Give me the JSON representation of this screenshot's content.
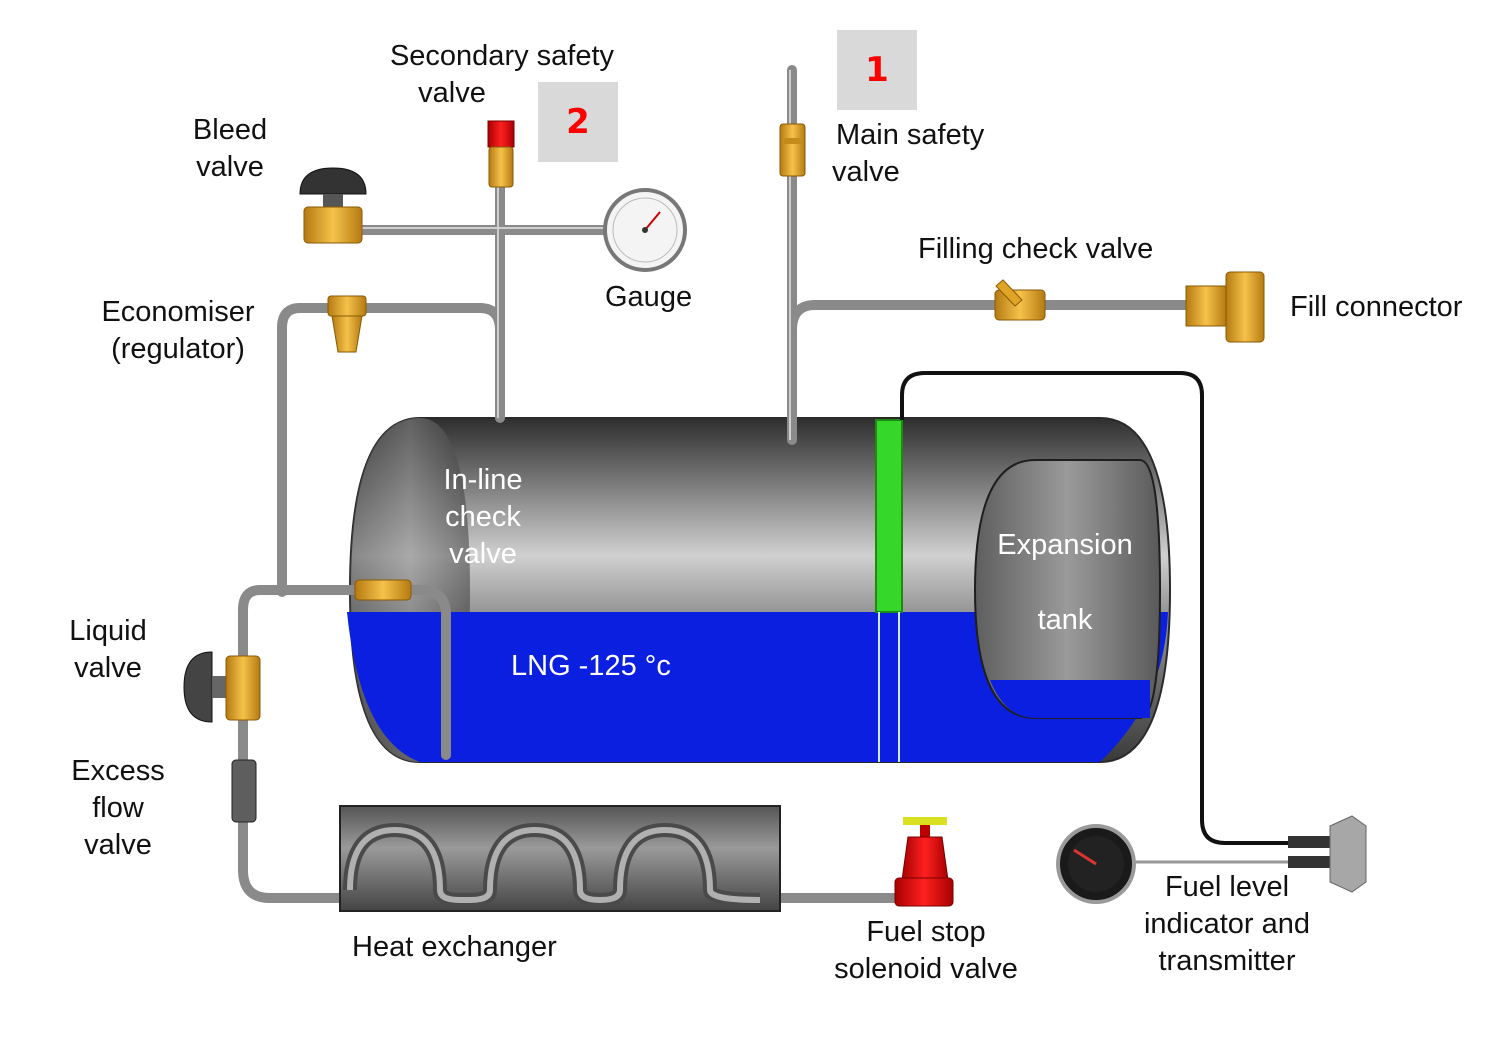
{
  "labels": {
    "secondary_safety_valve": [
      "Secondary safety",
      "valve"
    ],
    "main_safety_valve": [
      "Main safety",
      "valve"
    ],
    "bleed_valve": [
      "Bleed",
      "valve"
    ],
    "gauge": "Gauge",
    "filling_check_valve": "Filling check valve",
    "fill_connector": "Fill connector",
    "economiser": [
      "Economiser",
      "(regulator)"
    ],
    "inline_check_valve": [
      "In-line",
      "check",
      "valve"
    ],
    "expansion_tank": [
      "Expansion",
      "tank"
    ],
    "lng": "LNG -125 °c",
    "liquid_valve": [
      "Liquid",
      "valve"
    ],
    "excess_flow_valve": [
      "Excess",
      "flow",
      "valve"
    ],
    "heat_exchanger": "Heat exchanger",
    "fuel_stop_solenoid_valve": [
      "Fuel stop",
      "solenoid valve"
    ],
    "fuel_level_indicator": [
      "Fuel level",
      "indicator and",
      "transmitter"
    ]
  },
  "markers": {
    "marker1": "1",
    "marker2": "2"
  },
  "colors": {
    "lng_fill": "#0b1fe0",
    "marker_text": "#ff0000",
    "marker_bg": "#d9d9d9",
    "pipe": "#8a8a8a",
    "brass": "#e0a526",
    "level_tube": "#35d82a"
  }
}
